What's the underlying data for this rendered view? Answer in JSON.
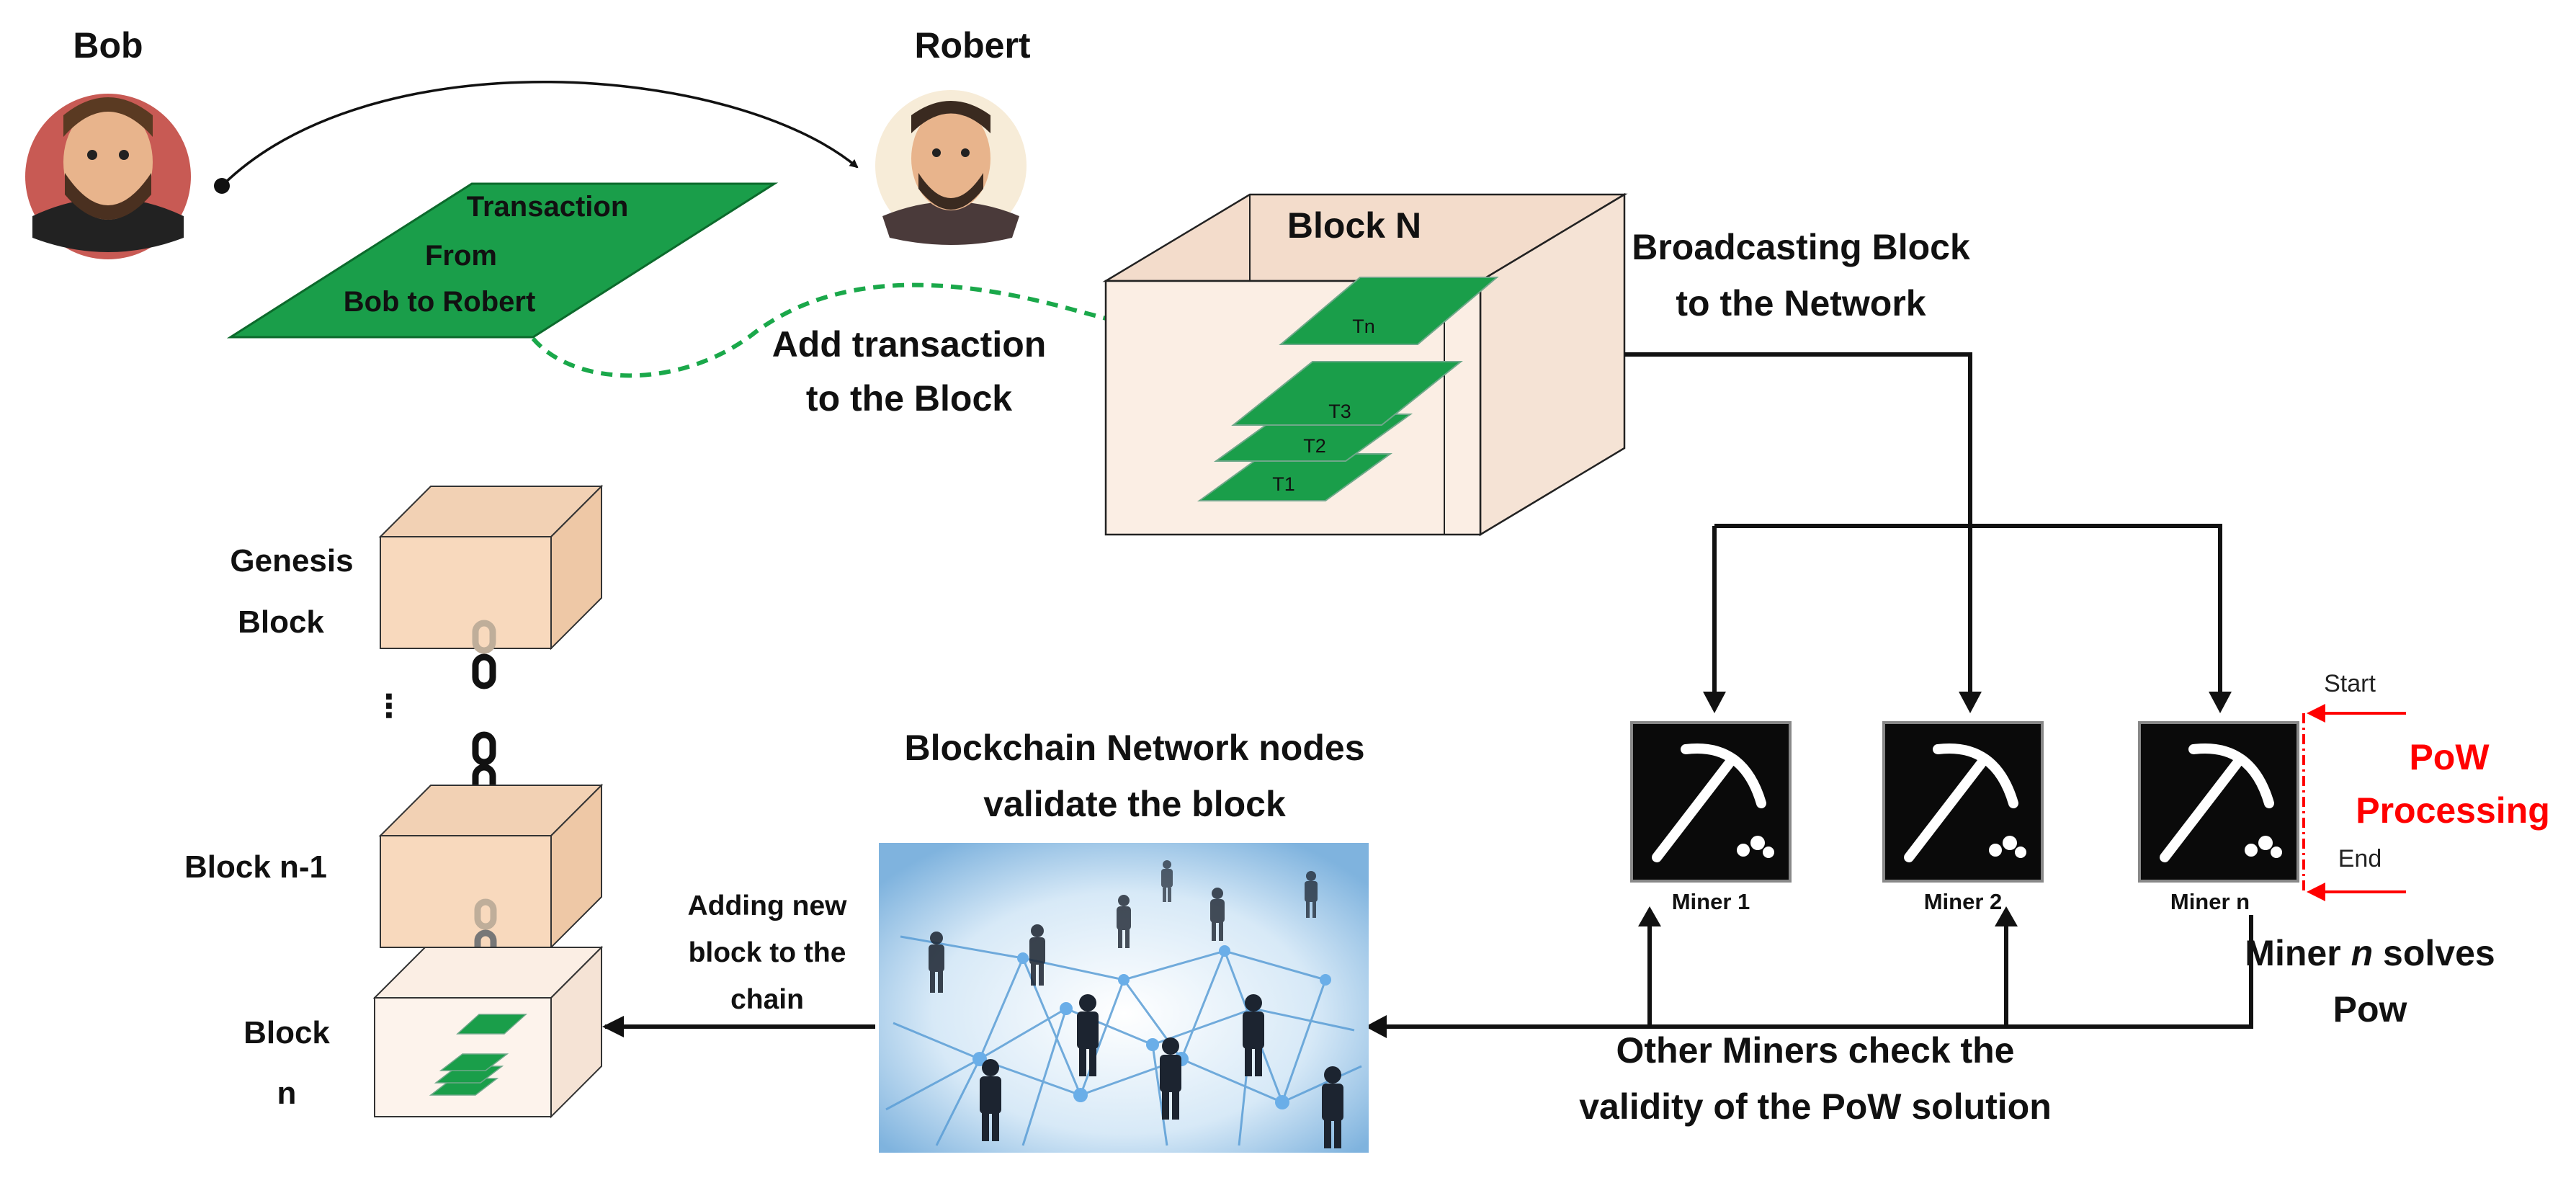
{
  "people": {
    "bob": "Bob",
    "robert": "Robert"
  },
  "transaction": {
    "line1": "Transaction",
    "line2": "From",
    "line3": "Bob to Robert"
  },
  "add_tx": {
    "line1": "Add transaction",
    "line2": "to the Block"
  },
  "block_n": {
    "title": "Block N",
    "tx": [
      "Tn",
      "T3",
      "T2",
      "T1"
    ]
  },
  "broadcast": {
    "line1": "Broadcasting Block",
    "line2": "to the Network"
  },
  "chain": {
    "genesis1": "Genesis",
    "genesis2": "Block",
    "dots": "⋮",
    "block_prev": "Block n-1",
    "block1": "Block",
    "block2": "n"
  },
  "adding": {
    "line1": "Adding new",
    "line2": "block to the",
    "line3": "chain"
  },
  "network": {
    "line1": "Blockchain Network nodes",
    "line2": "validate the block"
  },
  "miners": [
    "Miner 1",
    "Miner 2",
    "Miner n"
  ],
  "pow": {
    "start": "Start",
    "end": "End",
    "line1": "PoW",
    "line2": "Processing"
  },
  "solver": {
    "line1": "Miner",
    "italic": "n",
    "line1b": "solves",
    "line2": "Pow"
  },
  "check": {
    "line1": "Other Miners check the",
    "line2": "validity of the PoW solution"
  },
  "colors": {
    "tx_green": "#1a9e4a",
    "block_fill": "#fbeee4",
    "cube_fill": "#f8d9bd",
    "pow_red": "#ff0000",
    "miner_bg": "#0a0a0a"
  }
}
